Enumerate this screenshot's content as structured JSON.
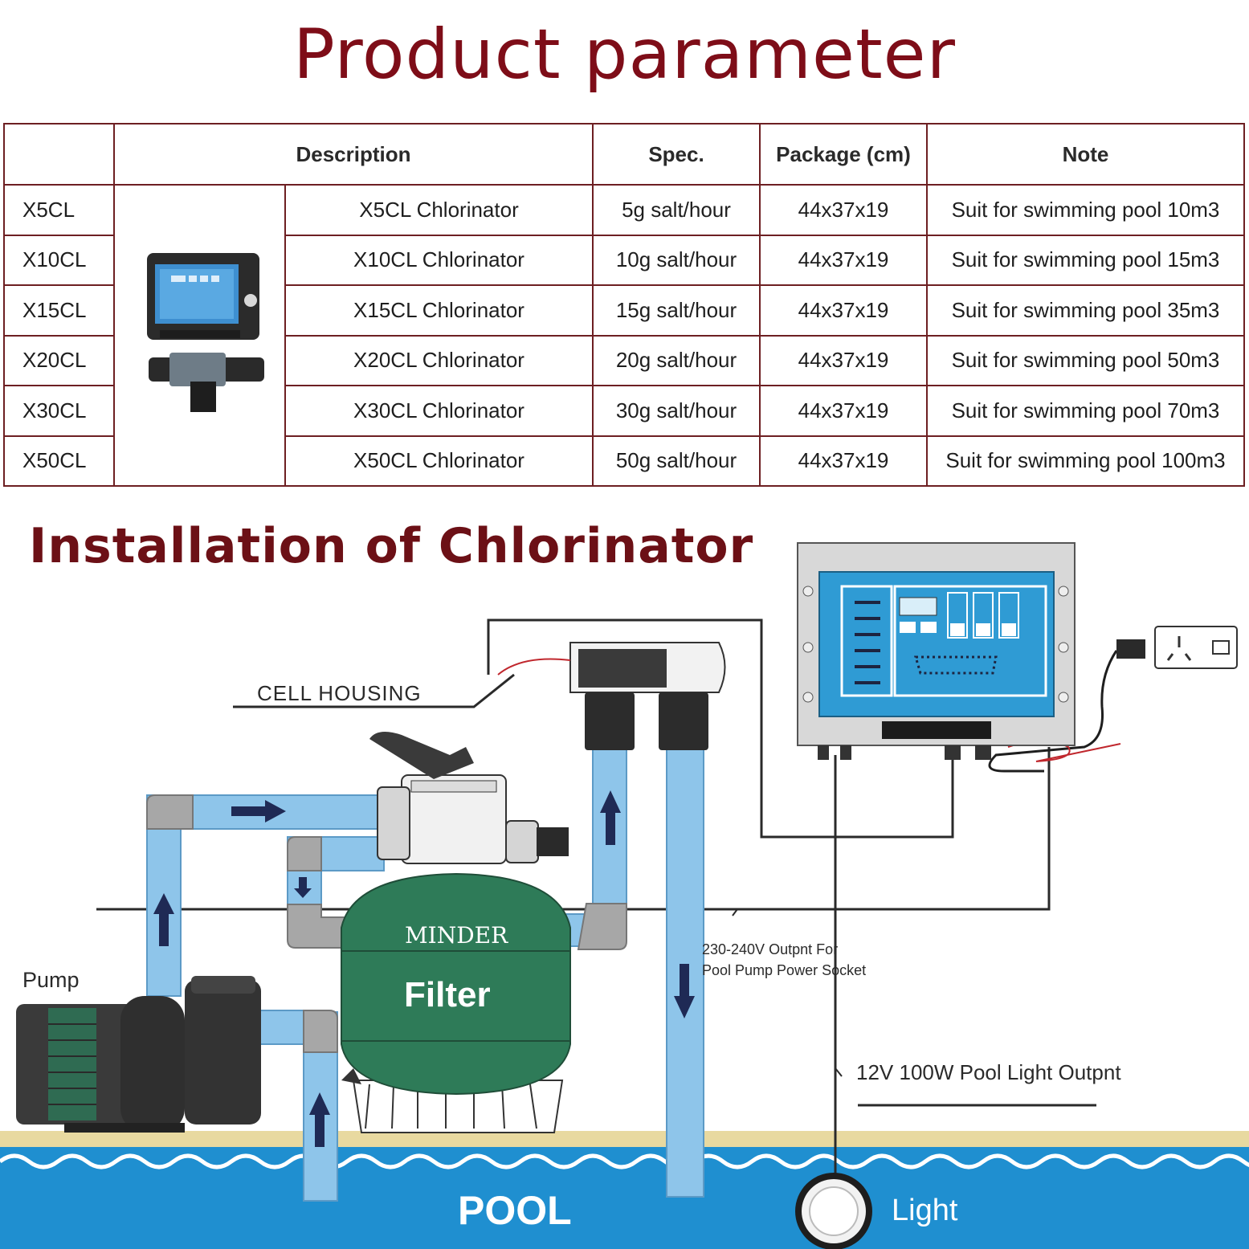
{
  "title": "Product parameter",
  "table": {
    "headers": [
      "",
      "Description",
      "Spec.",
      "Package (cm)",
      "Note"
    ],
    "rows": [
      {
        "model": "X5CL",
        "description": "X5CL Chlorinator",
        "spec": "5g salt/hour",
        "package": "44x37x19",
        "note": "Suit for swimming pool 10m3"
      },
      {
        "model": "X10CL",
        "description": "X10CL Chlorinator",
        "spec": "10g salt/hour",
        "package": "44x37x19",
        "note": "Suit for swimming pool 15m3"
      },
      {
        "model": "X15CL",
        "description": "X15CL Chlorinator",
        "spec": "15g salt/hour",
        "package": "44x37x19",
        "note": "Suit for swimming pool 35m3"
      },
      {
        "model": "X20CL",
        "description": "X20CL Chlorinator",
        "spec": "20g salt/hour",
        "package": "44x37x19",
        "note": "Suit for swimming pool 50m3"
      },
      {
        "model": "X30CL",
        "description": "X30CL Chlorinator",
        "spec": "30g salt/hour",
        "package": "44x37x19",
        "note": "Suit for swimming pool 70m3"
      },
      {
        "model": "X50CL",
        "description": "X50CL  Chlorinator",
        "spec": "50g salt/hour",
        "package": "44x37x19",
        "note": "Suit for swimming pool 100m3"
      }
    ]
  },
  "installation": {
    "title": "Installation of Chlorinator",
    "labels": {
      "cell_housing": "CELL HOUSING",
      "pump": "Pump",
      "filter_brand": "MINDER",
      "filter": "Filter",
      "power_socket_line1": "230-240V Outpnt For",
      "power_socket_line2": "Pool Pump Power Socket",
      "light_output": "12V 100W Pool Light Outpnt",
      "pool": "POOL",
      "light": "Light"
    }
  },
  "colors": {
    "title": "#7e0d18",
    "table_border": "#6d1f22",
    "pipe": "#8ec5ea",
    "filter": "#2e7b58",
    "water": "#1f8fd0",
    "panel": "#2f9bd4"
  }
}
